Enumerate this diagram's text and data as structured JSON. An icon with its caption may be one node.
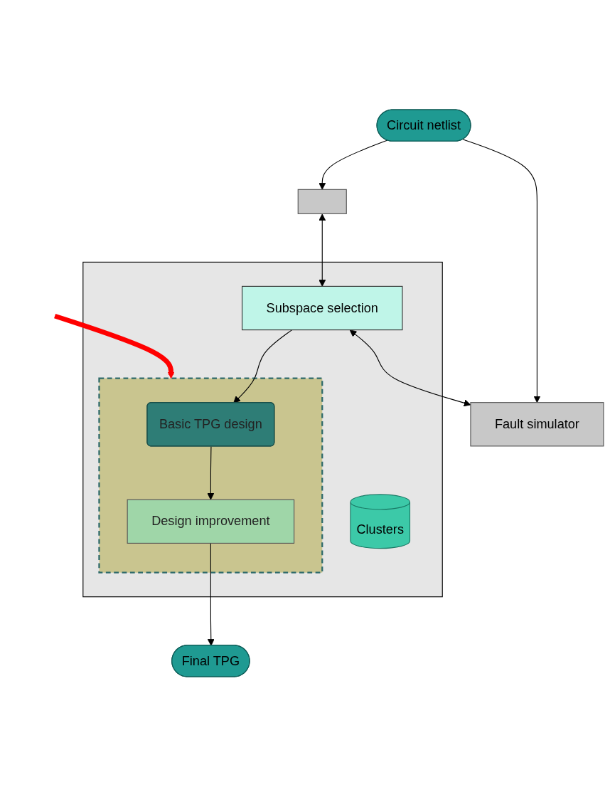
{
  "diagram": {
    "nodes": [
      {
        "text": [
          "Circuit netlist"
        ]
      },
      {
        "text": [],
        "shape": "box"
      },
      {
        "text": [],
        "shape": "box"
      },
      {
        "text": [
          "Subspace selection"
        ],
        "in": 2
      },
      {
        "text": [
          "Fault simulator"
        ]
      },
      {
        "text": [
          "Clusters"
        ],
        "in": 2
      },
      {
        "text": [],
        "shape": "box",
        "in": 2
      },
      {
        "text": [
          "Basic TPG design"
        ],
        "in": 6
      },
      {
        "text": [
          "Design improvement"
        ],
        "in": 6
      },
      {
        "text": [
          "Final TPG"
        ]
      }
    ],
    "edges": [
      {
        "from": 0,
        "to": 1,
        "arrow": "to"
      },
      {
        "from": 0,
        "to": 4,
        "arrow": "to"
      },
      {
        "from": 1,
        "to": 3,
        "arrow": "both"
      },
      {
        "from": 3,
        "to": 4,
        "arrow": "both"
      },
      {
        "from": 3,
        "to": 7,
        "arrow": "to"
      },
      {
        "from": 7,
        "to": 8,
        "arrow": "to"
      },
      {
        "from": 8,
        "to": 9,
        "arrow": "to"
      },
      {
        "from": null,
        "to": 6,
        "arrow": "to",
        "style": "thick",
        "color": "#ff0000"
      }
    ]
  }
}
